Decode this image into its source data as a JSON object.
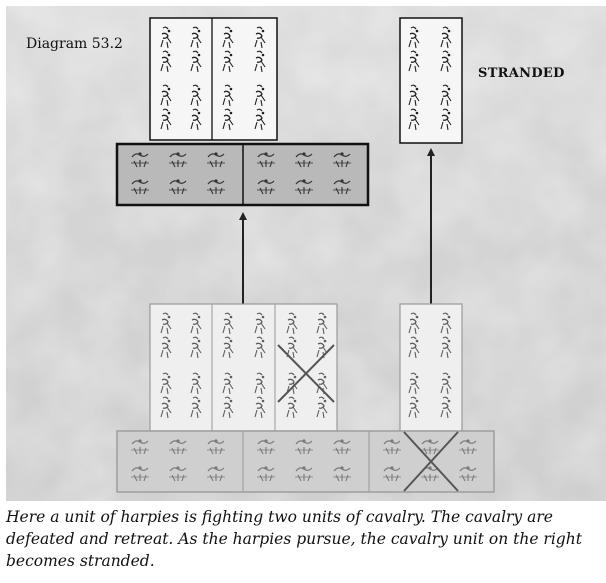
{
  "diagram": {
    "label": "Diagram 53.2",
    "stranded_label": "STRANDED"
  },
  "caption": "Here a unit of harpies is fighting two units of cavalry. The cavalry are defeated and retreat. As the harpies pursue, the cavalry unit on the right becomes stranded."
}
